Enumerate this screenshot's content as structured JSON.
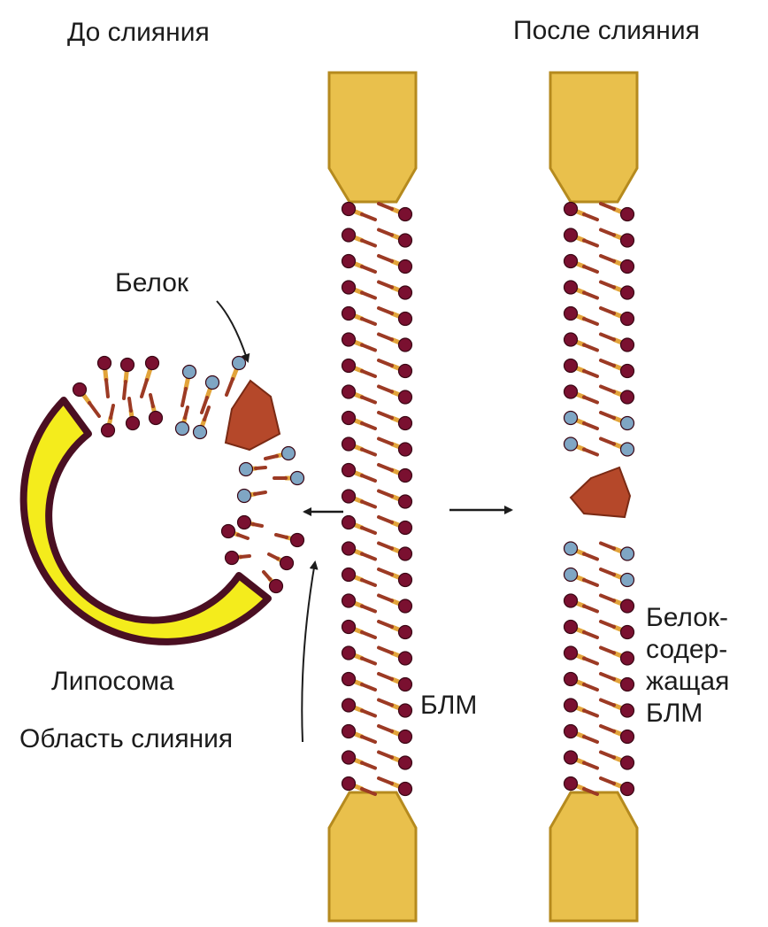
{
  "labels": {
    "before_fusion": "До слияния",
    "after_fusion": "После слияния",
    "protein": "Белок",
    "liposome": "Липосома",
    "fusion_region": "Область слияния",
    "blm": "БЛМ",
    "protein_blm_lines": [
      "Белок-",
      "содер-",
      "жащая",
      "БЛМ"
    ]
  },
  "colors": {
    "support": "#e9c04c",
    "support_edge": "#b58a1e",
    "lipid_head": "#7a1030",
    "protein_lipid_head": "#7fa6c4",
    "lipid_tail_a": "#e2a43a",
    "lipid_tail_b": "#9c3a24",
    "protein": "#b5482a",
    "liposome_fill": "#f4ec1c",
    "liposome_edge": "#4a0f22"
  },
  "icons": [
    "left-arrow-icon",
    "right-arrow-icon",
    "pointer-arrow-icon"
  ]
}
